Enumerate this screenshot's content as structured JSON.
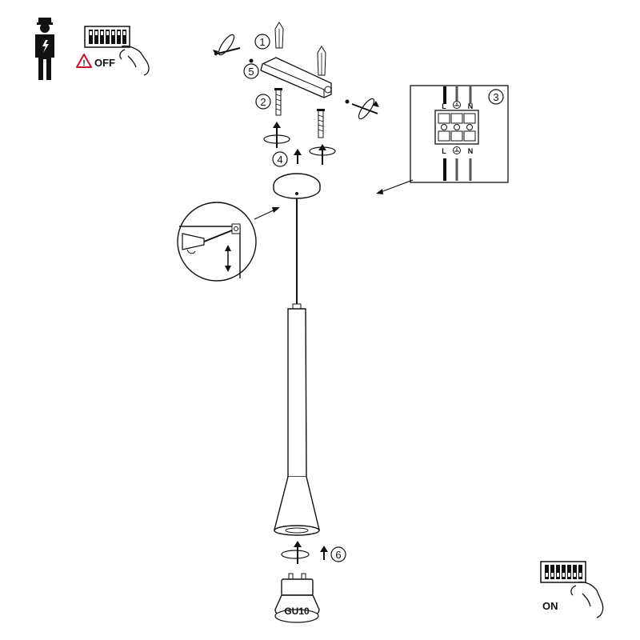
{
  "diagram": {
    "steps": [
      "1",
      "2",
      "3",
      "4",
      "5",
      "6"
    ],
    "terminal_labels": {
      "live": "L",
      "neutral": "N"
    },
    "power_off_label": "OFF",
    "power_on_label": "ON",
    "bulb_label": "GU10"
  },
  "icons": {
    "electrician": "electrician-icon",
    "warning": "warning-icon",
    "breaker": "breaker-panel-icon",
    "earth": "earth-symbol-icon",
    "screwdriver": "screwdriver-icon"
  },
  "colors": {
    "line": "#111111",
    "panel_bg": "#ffffff",
    "shade": "#cccccc"
  }
}
